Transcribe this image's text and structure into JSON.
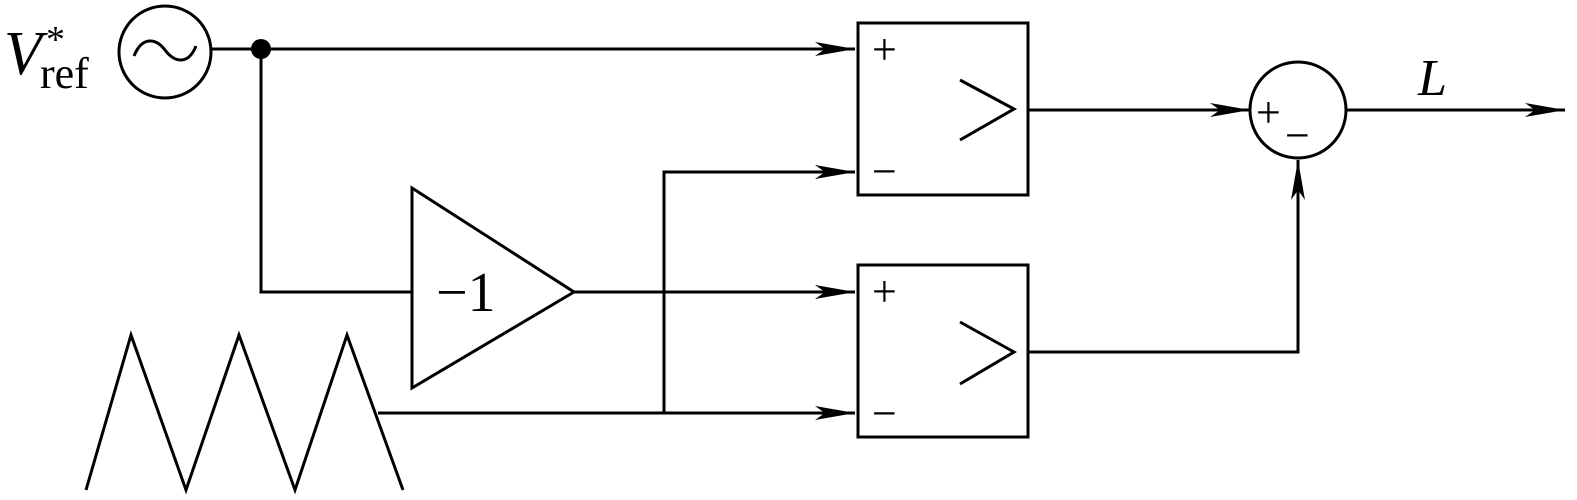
{
  "source": {
    "symbol": "V",
    "subscript": "ref",
    "superscript": "*",
    "icon": "sine-source-icon",
    "glyph": "∼"
  },
  "inverter": {
    "gain_label": "−1"
  },
  "comparator_top": {
    "plus": "+",
    "minus": "−",
    "symbol": ">"
  },
  "comparator_bottom": {
    "plus": "+",
    "minus": "−",
    "symbol": ">"
  },
  "summer": {
    "plus": "+",
    "minus": "−"
  },
  "output": {
    "label": "L"
  },
  "carrier": {
    "icon": "triangle-carrier-icon"
  }
}
